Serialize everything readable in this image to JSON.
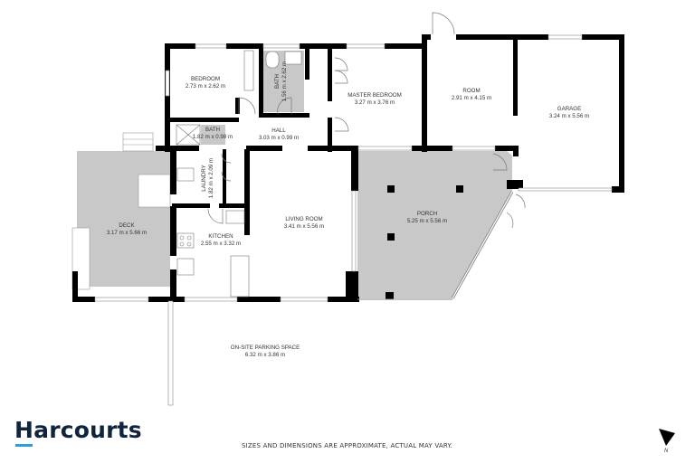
{
  "rooms": {
    "bedroom": {
      "name": "BEDROOM",
      "size": "2.73 m x 2.62 m"
    },
    "bath1": {
      "name": "BATH",
      "size": "1.56 m x 2.62 m"
    },
    "master_bedroom": {
      "name": "MASTER BEDROOM",
      "size": "3.27 m x 3.76 m"
    },
    "room": {
      "name": "ROOM",
      "size": "2.91 m x 4.15 m"
    },
    "garage": {
      "name": "GARAGE",
      "size": "3.24 m x 5.56 m"
    },
    "bath2": {
      "name": "BATH",
      "size": "1.82 m x 0.98 m"
    },
    "hall": {
      "name": "HALL",
      "size": "3.03 m x 0.99 m"
    },
    "laundry": {
      "name": "LAUNDRY",
      "size": "1.82 m x 2.09 m"
    },
    "deck": {
      "name": "DECK",
      "size": "3.17 m x 5.66 m"
    },
    "kitchen": {
      "name": "KITCHEN",
      "size": "2.55 m x 3.32 m"
    },
    "living_room": {
      "name": "LIVING ROOM",
      "size": "3.41 m x 5.56 m"
    },
    "porch": {
      "name": "PORCH",
      "size": "5.25 m x 5.56 m"
    },
    "parking": {
      "name": "ON-SITE PARKING SPACE",
      "size": "6.32 m x 3.86 m"
    }
  },
  "brand": {
    "name": "Harcourts",
    "accent": "#2a9fd8",
    "color": "#10243e"
  },
  "disclaimer": "SIZES AND DIMENSIONS ARE APPROXIMATE, ACTUAL MAY VARY.",
  "north": {
    "label": "N",
    "icon": "north-arrow-icon"
  },
  "colors": {
    "wall": "#000000",
    "shaded_floor": "#c8c8c8",
    "floor": "#ffffff"
  }
}
